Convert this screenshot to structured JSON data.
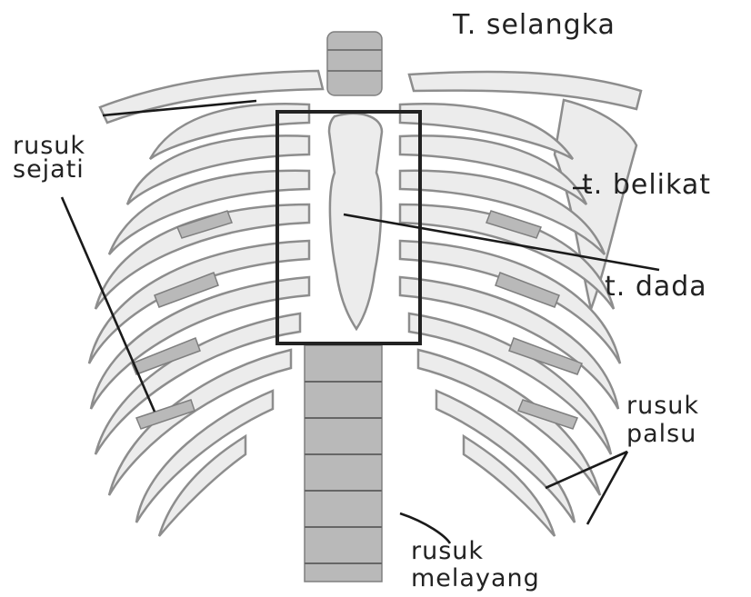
{
  "labels": {
    "clavicle": "T. selangka",
    "true_ribs_line1": "rusuk",
    "true_ribs_line2": "sejati",
    "scapula": "t. belikat",
    "sternum": "t. dada",
    "false_ribs_line1": "rusuk",
    "false_ribs_line2": "palsu",
    "floating_ribs_line1": "rusuk",
    "floating_ribs_line2": "melayang"
  },
  "colors": {
    "bone": "#ececec",
    "bone_outline": "#8d8d8d",
    "shadow": "#b9b9b9",
    "leader": "#1a1a1a",
    "sternum_box": "#222222"
  }
}
